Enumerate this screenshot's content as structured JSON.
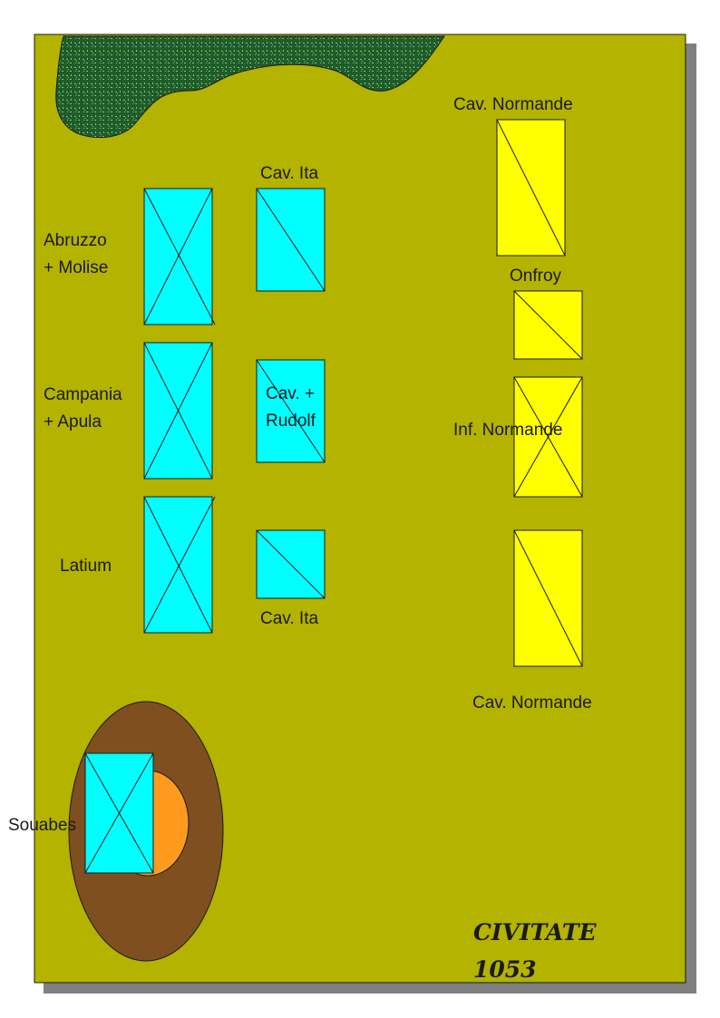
{
  "diagram": {
    "title_line1": "CIVITATE",
    "title_line2": "1053",
    "labels": {
      "cav_normande_top": "Cav. Normande",
      "cav_ita_top": "Cav. Ita",
      "abruzzo_line1": "Abruzzo",
      "abruzzo_line2": "+ Molise",
      "campania_line1": "Campania",
      "campania_line2": "+ Apula",
      "latium": "Latium",
      "cav_rudolf_line1": "Cav. +",
      "cav_rudolf_line2": "Rudolf",
      "cav_ita_bottom": "Cav. Ita",
      "onfroy": "Onfroy",
      "inf_normande": "Inf. Normande",
      "cav_normande_bottom": "Cav. Normande",
      "souabes": "Souabes"
    },
    "colors": {
      "field": "#b3b300",
      "shadow": "#808080",
      "forest": "#1f5c2a",
      "forest_texture": "#7fc47a",
      "italian_units": "#00ffff",
      "norman_units": "#ffff00",
      "hill_outer": "#7f4f1f",
      "hill_inner": "#ff9a1f",
      "outline": "#1a1a1a"
    }
  }
}
